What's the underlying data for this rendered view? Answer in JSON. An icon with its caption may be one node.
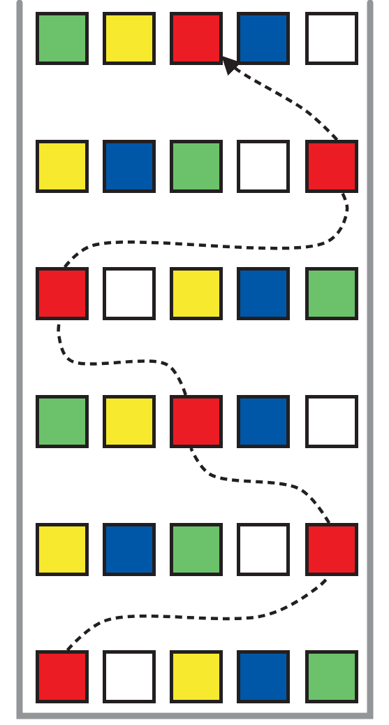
{
  "diagram": {
    "nodes": [
      {
        "text": [],
        "shape": "box"
      },
      {
        "text": [],
        "shape": "box"
      },
      {
        "text": [],
        "shape": "box"
      },
      {
        "text": [],
        "shape": "box"
      },
      {
        "text": [],
        "shape": "box"
      },
      {
        "text": [],
        "shape": "box"
      },
      {
        "text": [],
        "shape": "box"
      },
      {
        "text": [],
        "shape": "box"
      },
      {
        "text": [],
        "shape": "box"
      },
      {
        "text": [],
        "shape": "box"
      },
      {
        "text": [],
        "shape": "box"
      },
      {
        "text": [],
        "shape": "box"
      },
      {
        "text": [],
        "shape": "box"
      },
      {
        "text": [],
        "shape": "box"
      },
      {
        "text": [],
        "shape": "box"
      },
      {
        "text": [],
        "shape": "box"
      },
      {
        "text": [],
        "shape": "box"
      },
      {
        "text": [],
        "shape": "box"
      },
      {
        "text": [],
        "shape": "box"
      },
      {
        "text": [],
        "shape": "box"
      },
      {
        "text": [],
        "shape": "box"
      },
      {
        "text": [],
        "shape": "box"
      },
      {
        "text": [],
        "shape": "box"
      },
      {
        "text": [],
        "shape": "box"
      },
      {
        "text": [],
        "shape": "box"
      },
      {
        "text": [],
        "shape": "box"
      },
      {
        "text": [],
        "shape": "box"
      },
      {
        "text": [],
        "shape": "box"
      },
      {
        "text": [],
        "shape": "box"
      },
      {
        "text": [],
        "shape": "box"
      }
    ],
    "edges": [
      {
        "from": 25,
        "to": 24,
        "arrow": "none",
        "style": "dashed"
      },
      {
        "from": 24,
        "to": 17,
        "arrow": "none",
        "style": "dashed"
      },
      {
        "from": 17,
        "to": 10,
        "arrow": "none",
        "style": "dashed"
      },
      {
        "from": 10,
        "to": 9,
        "arrow": "none",
        "style": "dashed"
      },
      {
        "from": 9,
        "to": 2,
        "arrow": "to",
        "style": "dashed"
      }
    ]
  }
}
